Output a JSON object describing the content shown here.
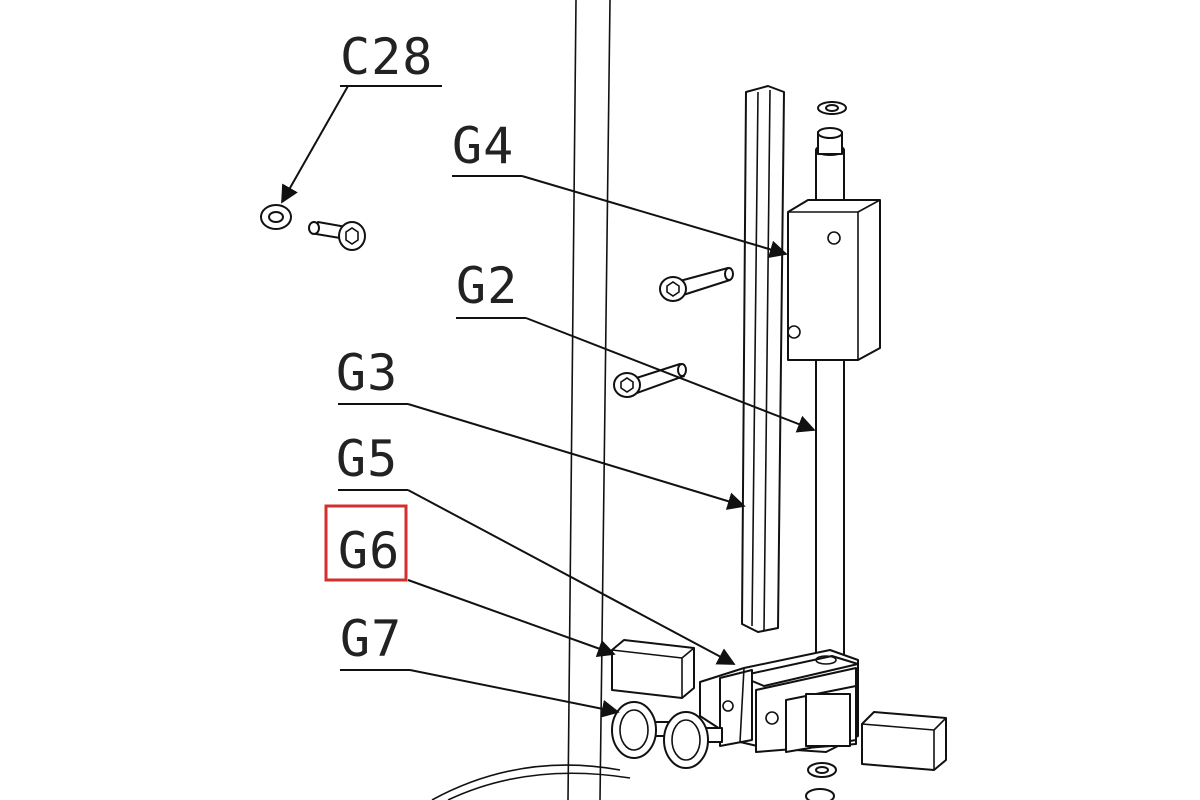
{
  "labels": {
    "c28": "C28",
    "g4": "G4",
    "g2": "G2",
    "g3": "G3",
    "g5": "G5",
    "g6": "G6",
    "g7": "G7"
  },
  "highlight": {
    "label": "G6",
    "color": "#d32f2f"
  },
  "colors": {
    "ink": "#111111",
    "background": "#ffffff"
  }
}
